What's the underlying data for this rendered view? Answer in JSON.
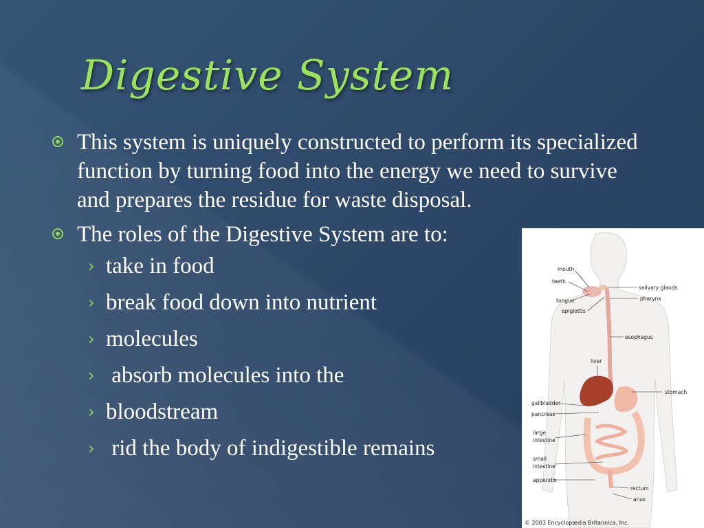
{
  "slide": {
    "title": "Digestive System",
    "bullets": [
      {
        "text": "This system is uniquely constructed to perform its specialized function by turning food into the energy we need to survive and prepares the residue for waste disposal."
      },
      {
        "text": "The roles of the Digestive System are to:",
        "sub_items": [
          "take in food",
          "break food down into nutrient",
          "molecules",
          " absorb molecules into the",
          "bloodstream",
          " rid the body of indigestible remains"
        ]
      }
    ]
  },
  "figure": {
    "labels": {
      "mouth": "mouth",
      "teeth": "teeth",
      "tongue": "tongue",
      "epiglottis": "epiglottis",
      "salivary": "salivary glands",
      "pharynx": "pharynx",
      "esophagus": "esophagus",
      "liver": "liver",
      "stomach": "stomach",
      "gallbladder": "gallbladder",
      "pancreas": "pancreas",
      "large1": "large",
      "large2": "intestine",
      "small1": "small",
      "small2": "intestine",
      "appendix": "appendix",
      "rectum": "rectum",
      "anus": "anus"
    },
    "copyright": "© 2003 Encyclopædia Britannica, Inc."
  },
  "colors": {
    "background": "#2f4a6a",
    "title": "#9be35c",
    "bullet_accent": "#8cd85a",
    "text": "#ffffff"
  }
}
